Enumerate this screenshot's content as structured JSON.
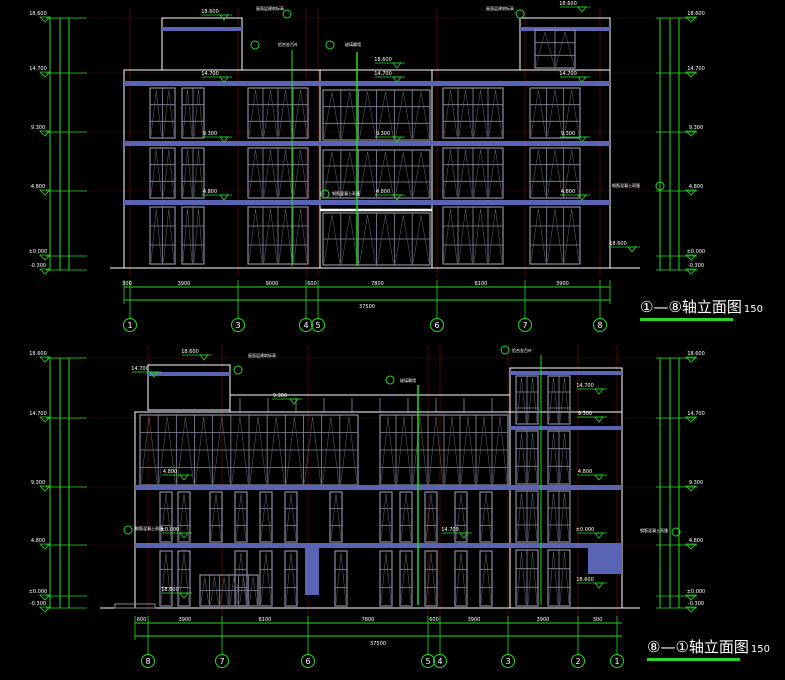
{
  "colors": {
    "background": "#000000",
    "outline": "#ffffff",
    "green": "#22dd22",
    "slab": "#5a64b4",
    "glass": "#8a8ca0",
    "axis_red": "#7a1010"
  },
  "elevations": [
    {
      "title": "①—⑧轴立面图",
      "scale": "150",
      "axes": [
        "1",
        "3",
        "4",
        "5",
        "6",
        "7",
        "8"
      ],
      "dimensions_top": [
        "300",
        "3900",
        "9000",
        "600",
        "7800",
        "8100",
        "3900"
      ],
      "dimension_total": "37500",
      "levels": [
        "18.600",
        "14.700",
        "9.300",
        "4.800",
        "±0.000",
        "-0.300"
      ],
      "notes": [
        "屋面层建筑标高",
        "玻璃幕墙",
        "铝合金百叶",
        "钢筋混凝土雨篷"
      ]
    },
    {
      "title": "⑧—①轴立面图",
      "scale": "150",
      "axes": [
        "8",
        "7",
        "6",
        "5",
        "4",
        "3",
        "2",
        "1"
      ],
      "dimensions_top": [
        "600",
        "3900",
        "8100",
        "7800",
        "600",
        "3900",
        "3900",
        "300"
      ],
      "dimension_total": "37500",
      "levels": [
        "18.600",
        "14.700",
        "9.300",
        "4.800",
        "±0.000",
        "-0.300"
      ],
      "notes": [
        "屋面层建筑标高",
        "玻璃幕墙",
        "铝合金百叶",
        "钢筋混凝土雨篷"
      ]
    }
  ]
}
